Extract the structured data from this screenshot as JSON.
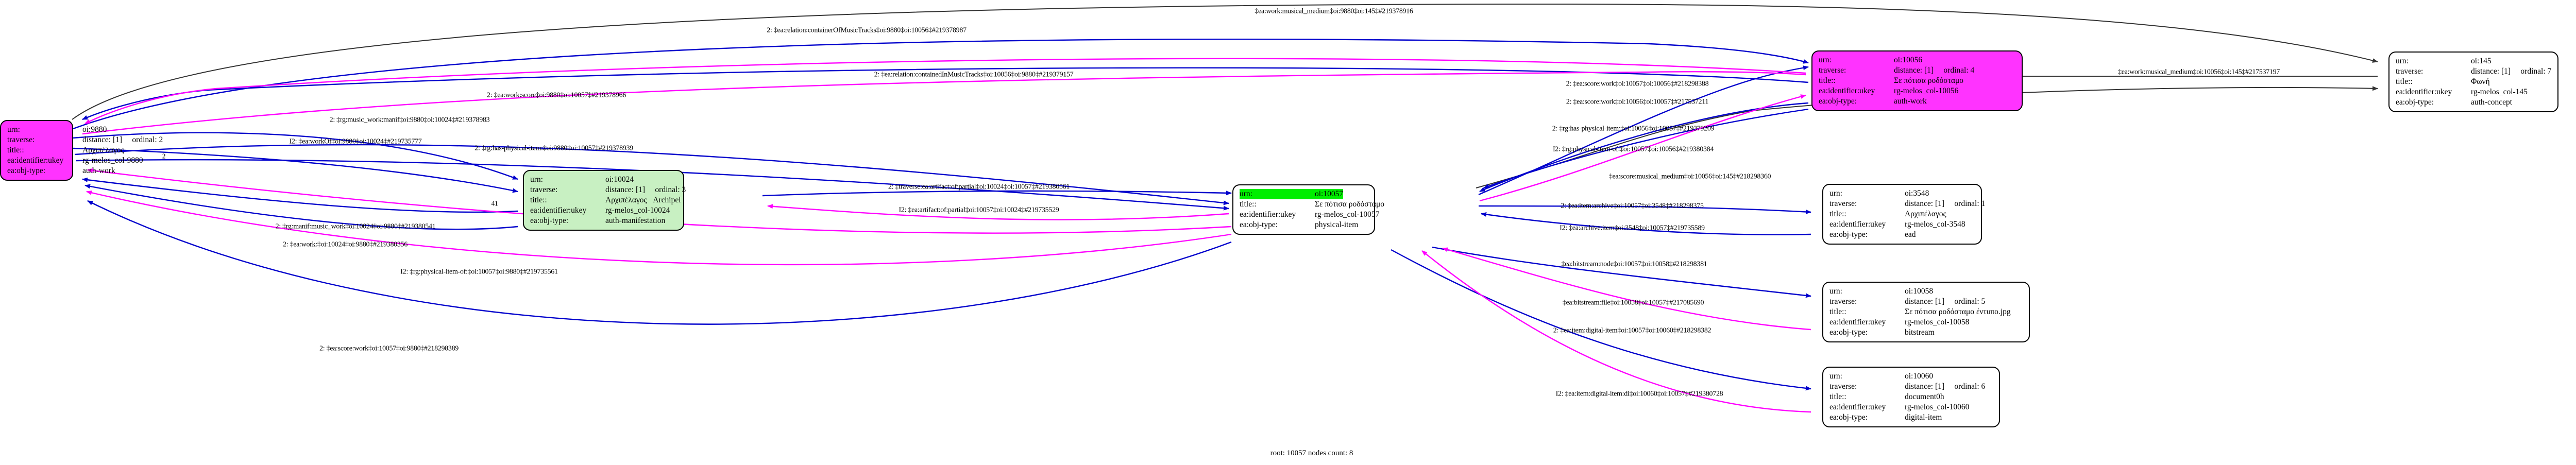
{
  "graph": {
    "footer": "root: 10057 nodes count: 8",
    "colors": {
      "magenta": "#ff33ff",
      "light_green": "#c8f0c2",
      "bright_green": "#00ee00",
      "white": "#ffffff",
      "edge_blue": "#0000cc",
      "edge_magenta": "#ff00ff",
      "edge_black": "#333333",
      "node_border": "#000000"
    },
    "keys": {
      "urn": "urn:",
      "traverse": "traverse:",
      "title": "title::",
      "ukey": "ea:identifier:ukey",
      "objtype": "ea:obj-type:"
    },
    "nodes": [
      {
        "id": "n9880",
        "fill": "magenta",
        "highlight_first_row": false,
        "rows": [
          {
            "key": "urn:",
            "value": "oi:9880"
          },
          {
            "key": "traverse:",
            "value": "distance: [1]     ordinal: 2"
          },
          {
            "key": "title::",
            "value": "Αρχιπέλαγος"
          },
          {
            "key": "ea:identifier:ukey",
            "value": "rg-melos_col-9880"
          },
          {
            "key": "ea:obj-type:",
            "value": "auth-work"
          }
        ]
      },
      {
        "id": "n10024",
        "fill": "light_green",
        "highlight_first_row": false,
        "rows": [
          {
            "key": "urn:",
            "value": "oi:10024"
          },
          {
            "key": "traverse:",
            "value": "distance: [1]     ordinal: 3"
          },
          {
            "key": "title::",
            "value": "Αρχιπέλαγος   Archipel"
          },
          {
            "key": "ea:identifier:ukey",
            "value": "rg-melos_col-10024"
          },
          {
            "key": "ea:obj-type:",
            "value": "auth-manifestation"
          }
        ]
      },
      {
        "id": "n10057",
        "fill": "white",
        "highlight_first_row": true,
        "rows": [
          {
            "key": "urn:",
            "value": "oi:10057"
          },
          {
            "key": "title::",
            "value": "Σε πότισα ροδόσταμο"
          },
          {
            "key": "ea:identifier:ukey",
            "value": "rg-melos_col-10057"
          },
          {
            "key": "ea:obj-type:",
            "value": "physical-item"
          }
        ]
      },
      {
        "id": "n10056",
        "fill": "magenta",
        "highlight_first_row": false,
        "rows": [
          {
            "key": "urn:",
            "value": "oi:10056"
          },
          {
            "key": "traverse:",
            "value": "distance: [1]     ordinal: 4"
          },
          {
            "key": "title::",
            "value": "Σε πότισα ροδόσταμο"
          },
          {
            "key": "ea:identifier:ukey",
            "value": "rg-melos_col-10056"
          },
          {
            "key": "ea:obj-type:",
            "value": "auth-work"
          }
        ]
      },
      {
        "id": "n145",
        "fill": "white",
        "highlight_first_row": false,
        "rows": [
          {
            "key": "urn:",
            "value": "oi:145"
          },
          {
            "key": "traverse:",
            "value": "distance: [1]     ordinal: 7"
          },
          {
            "key": "title::",
            "value": "Φωνή"
          },
          {
            "key": "ea:identifier:ukey",
            "value": "rg-melos_col-145"
          },
          {
            "key": "ea:obj-type:",
            "value": "auth-concept"
          }
        ]
      },
      {
        "id": "n3548",
        "fill": "white",
        "highlight_first_row": false,
        "rows": [
          {
            "key": "urn:",
            "value": "oi:3548"
          },
          {
            "key": "traverse:",
            "value": "distance: [1]     ordinal: 1"
          },
          {
            "key": "title::",
            "value": "Αρχιπέλαγος"
          },
          {
            "key": "ea:identifier:ukey",
            "value": "rg-melos_col-3548"
          },
          {
            "key": "ea:obj-type:",
            "value": "ead"
          }
        ]
      },
      {
        "id": "n10058",
        "fill": "white",
        "highlight_first_row": false,
        "rows": [
          {
            "key": "urn:",
            "value": "oi:10058"
          },
          {
            "key": "traverse:",
            "value": "distance: [1]     ordinal: 5"
          },
          {
            "key": "title::",
            "value": "Σε πότισα ροδόσταμο έντυπο.jpg"
          },
          {
            "key": "ea:identifier:ukey",
            "value": "rg-melos_col-10058"
          },
          {
            "key": "ea:obj-type:",
            "value": "bitstream"
          }
        ]
      },
      {
        "id": "n10060",
        "fill": "white",
        "highlight_first_row": false,
        "rows": [
          {
            "key": "urn:",
            "value": "oi:10060"
          },
          {
            "key": "traverse:",
            "value": "distance: [1]     ordinal: 6"
          },
          {
            "key": "title::",
            "value": "document0h"
          },
          {
            "key": "ea:identifier:ukey",
            "value": "rg-melos_col-10060"
          },
          {
            "key": "ea:obj-type:",
            "value": "digital-item"
          }
        ]
      }
    ],
    "edge_labels": [
      {
        "id": "el-work-musical-medium-9880-145",
        "text": "‡ea:work:musical_medium‡oi:9880‡oi:145‡#219378916"
      },
      {
        "id": "el-containerOfMusicTracks",
        "text": "2: ‡ea:relation:containerOfMusicTracks‡oi:9880‡oi:10056‡#219378987"
      },
      {
        "id": "el-containedInMusicTracks",
        "text": "2: ‡ea:relation:containedInMusicTracks‡oi:10056‡oi:9880‡#219379157"
      },
      {
        "id": "el-work-score-9880-10057",
        "text": "2: ‡ea:work:score‡oi:9880‡oi:10057‡#219378966"
      },
      {
        "id": "el-work-score-10057-10056",
        "text": "2: ‡ea:score:work‡oi:10057‡oi:10056‡#218298388"
      },
      {
        "id": "el-work-score-10056-10057",
        "text": "2: ‡ea:score:work‡oi:10056‡oi:10057‡#217537211"
      },
      {
        "id": "el-music-manif-9880-10024",
        "text": "2: ‡rg:music_work:manif‡oi:9880‡oi:10024‡#219378983"
      },
      {
        "id": "el-workOf-9880-10024",
        "text": "I2: ‡ea:workOf‡oi:9880‡oi:10024‡#219735777"
      },
      {
        "id": "el-manif-music-10024-9880",
        "text": "2: ‡rg:manif:music_work‡oi:10024‡oi:9880‡#219380541"
      },
      {
        "id": "el-work-10024-9880",
        "text": "2: ‡ea:work:‡oi:10024‡oi:9880‡#219380356"
      },
      {
        "id": "el-has-physical-item-9880-10057",
        "text": "2: ‡rg:has-physical-item:‡oi:9880‡oi:10057‡#219378939"
      },
      {
        "id": "el-traverse-artifact-partial-10024-10057",
        "text": "2: ‡traverse:ea:artifact:of:partial‡oi:10024‡oi:10057‡#219380561"
      },
      {
        "id": "el-artifact-partial-10057-10024",
        "text": "I2: ‡ea:artifact:of:partial‡oi:10057‡oi:10024‡#219735529"
      },
      {
        "id": "el-physical-item-of-10057-9880",
        "text": "I2: ‡rg:physical-item-of:‡oi:10057‡oi:9880‡#219735561"
      },
      {
        "id": "el-score-work-10057-9880",
        "text": "2: ‡ea:score:work‡oi:10057‡oi:9880‡#218298389"
      },
      {
        "id": "el-has-physical-item-10056-10057",
        "text": "2: ‡rg:has-physical-item:‡oi:10056‡oi:10057‡#219379209"
      },
      {
        "id": "el-physical-item-of-10057-10056",
        "text": "I2: ‡rg:physical-item-of:‡oi:10057‡oi:10056‡#219380384"
      },
      {
        "id": "el-work-musical-medium-10056-145",
        "text": "‡ea:work:musical_medium‡oi:10056‡oi:145‡#217537197"
      },
      {
        "id": "el-score-musical-medium-10056-145",
        "text": "‡ea:score:musical_medium‡oi:10056‡oi:145‡#218298360"
      },
      {
        "id": "el-item-archive-10057-3548",
        "text": "2: ‡ea:item:archive‡oi:10057‡oi:3548‡#218298375"
      },
      {
        "id": "el-archive-item-3548-10057",
        "text": "I2: ‡ea:archive:item‡oi:3548‡oi:10057‡#219735589"
      },
      {
        "id": "el-bitstream-node-10057-10058",
        "text": "‡ea:bitstream:node‡oi:10057‡oi:10058‡#218298381"
      },
      {
        "id": "el-bitstream-file-10058-10057",
        "text": "‡ea:bitstream:file‡oi:10058‡oi:10057‡#217085690"
      },
      {
        "id": "el-item-digital-item-10057-10060",
        "text": "2: ‡ea:item:digital-item‡oi:10057‡oi:10060‡#218298382"
      },
      {
        "id": "el-item-digital-item-di-10060-10057",
        "text": "I2: ‡ea:item:digital-item:di‡oi:10060‡oi:10057‡#219380728"
      },
      {
        "id": "el-small-2a",
        "text": "2"
      },
      {
        "id": "el-small-41",
        "text": "41"
      }
    ]
  }
}
